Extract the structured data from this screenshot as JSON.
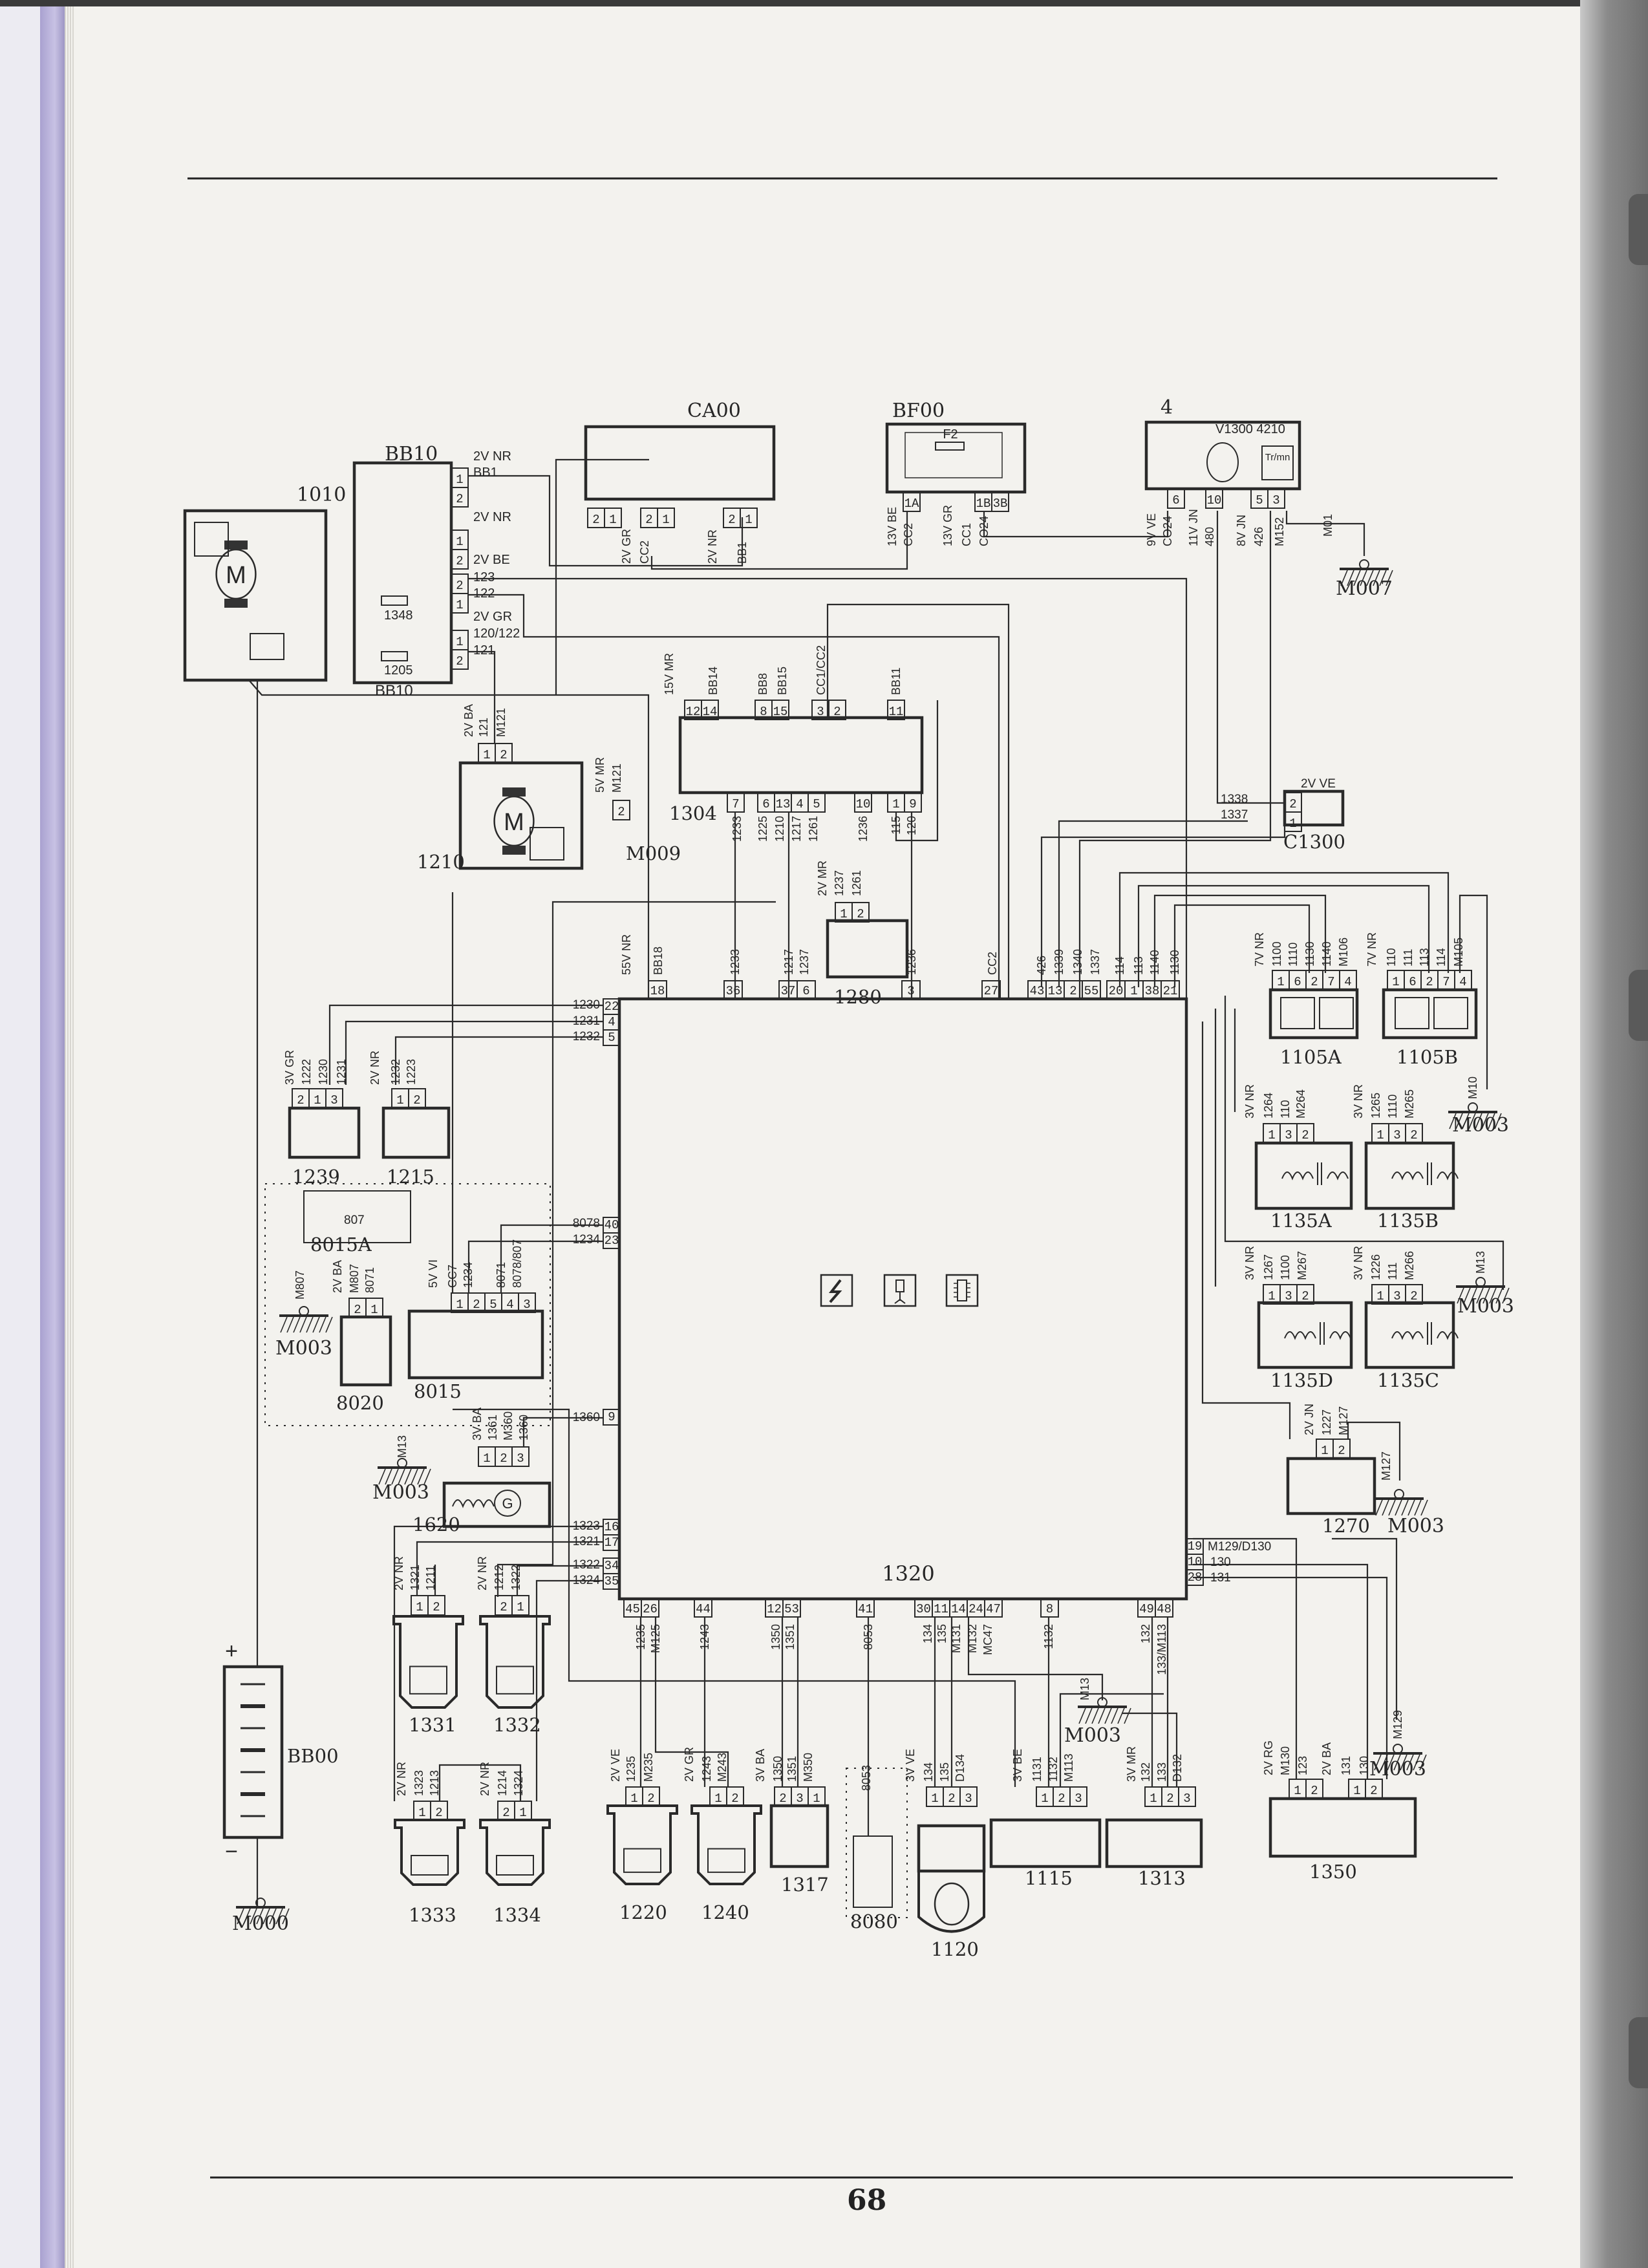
{
  "page_number": "68",
  "ecu": {
    "label": "1320",
    "icons": [
      "power-icon",
      "injector-icon",
      "chip-icon"
    ]
  },
  "symbols": {
    "motor": "M",
    "generator": "G",
    "fuse_f2": "F2",
    "tach": "Tr/mn",
    "box4_inner": "V1300 4210",
    "plus": "+",
    "minus": "−"
  },
  "components": [
    {
      "id": "c1010",
      "label": "1010",
      "pins": [],
      "wires": []
    },
    {
      "id": "bb10",
      "label": "BB10",
      "pins": [
        [
          "1",
          "2"
        ],
        [
          "1",
          "2"
        ],
        [
          "2",
          "1"
        ],
        [
          "1",
          "2"
        ]
      ],
      "wires": []
    },
    {
      "id": "ca00",
      "label": "CA00",
      "pins": [
        [
          "2",
          "1"
        ],
        [
          "2",
          "1"
        ],
        [
          "2",
          "1"
        ]
      ],
      "wires": [
        "2V GR",
        "CC2",
        "2V NR",
        "BB1"
      ]
    },
    {
      "id": "bf00",
      "label": "BF00",
      "pins": [
        [
          "1A"
        ],
        [
          "1B",
          "3B"
        ]
      ],
      "wires": [
        "13V BE",
        "CC2",
        "13V GR",
        "CC1",
        "CO24"
      ]
    },
    {
      "id": "c4",
      "label": "4",
      "pins": [
        [
          "6"
        ],
        [
          "10"
        ],
        [
          "5",
          "3"
        ]
      ],
      "wires": [
        "9V VE",
        "CO24",
        "11V JN",
        "480",
        "8V JN",
        "426",
        "M152"
      ]
    },
    {
      "id": "c1210",
      "label": "1210",
      "pins": [
        [
          "1",
          "2"
        ]
      ],
      "wires": [
        "2V BA",
        "121",
        "M121"
      ]
    },
    {
      "id": "m009",
      "label": "M009",
      "pins": [
        [
          "2"
        ]
      ],
      "wires": [
        "5V MR",
        "M121"
      ]
    },
    {
      "id": "c1304",
      "label": "1304",
      "pins": [
        [
          "12",
          "14"
        ],
        [
          "8",
          "15"
        ],
        [
          "3",
          "2"
        ],
        [
          "11"
        ],
        [
          "7"
        ],
        [
          "6",
          "13",
          "4",
          "5"
        ],
        [
          "10"
        ],
        [
          "1",
          "9"
        ]
      ],
      "wires": [
        "15V MR",
        "BB14",
        "BB8",
        "BB15",
        "CC1/CC2",
        "BB11",
        "1233",
        "1225",
        "1210",
        "1217",
        "1261",
        "1236",
        "115",
        "120"
      ]
    },
    {
      "id": "c1280",
      "label": "1280",
      "pins": [
        [
          "1",
          "2"
        ]
      ],
      "wires": [
        "2V MR",
        "1237",
        "1261"
      ]
    },
    {
      "id": "c1300",
      "label": "C1300",
      "pins": [
        [
          "2",
          "1"
        ]
      ],
      "wires": [
        "2V VE",
        "1338",
        "1337"
      ]
    },
    {
      "id": "c1105a",
      "label": "1105A",
      "pins": [
        [
          "1",
          "6",
          "2",
          "7",
          "4"
        ]
      ],
      "wires": [
        "7V NR",
        "1100",
        "1110",
        "1130",
        "1140",
        "M106"
      ]
    },
    {
      "id": "c1105b",
      "label": "1105B",
      "pins": [
        [
          "1",
          "6",
          "2",
          "7",
          "4"
        ]
      ],
      "wires": [
        "7V NR",
        "110",
        "111",
        "113",
        "114",
        "M105"
      ]
    },
    {
      "id": "c1135a",
      "label": "1135A",
      "pins": [
        [
          "1",
          "3",
          "2"
        ]
      ],
      "wires": [
        "3V NR",
        "1264",
        "110",
        "M264"
      ]
    },
    {
      "id": "c1135b",
      "label": "1135B",
      "pins": [
        [
          "1",
          "3",
          "2"
        ]
      ],
      "wires": [
        "3V NR",
        "1265",
        "1110",
        "M265"
      ]
    },
    {
      "id": "c1135d",
      "label": "1135D",
      "pins": [
        [
          "1",
          "3",
          "2"
        ]
      ],
      "wires": [
        "3V NR",
        "1267",
        "1100",
        "M267"
      ]
    },
    {
      "id": "c1135c",
      "label": "1135C",
      "pins": [
        [
          "1",
          "3",
          "2"
        ]
      ],
      "wires": [
        "3V NR",
        "1226",
        "111",
        "M266"
      ]
    },
    {
      "id": "c1270",
      "label": "1270",
      "pins": [
        [
          "1",
          "2"
        ]
      ],
      "wires": [
        "2V JN",
        "1227",
        "M127"
      ]
    },
    {
      "id": "c1239",
      "label": "1239",
      "pins": [
        [
          "2",
          "1",
          "3"
        ]
      ],
      "wires": [
        "3V GR",
        "1222",
        "1230",
        "1231"
      ]
    },
    {
      "id": "c1215",
      "label": "1215",
      "pins": [
        [
          "1",
          "2"
        ]
      ],
      "wires": [
        "2V NR",
        "1232",
        "1223"
      ]
    },
    {
      "id": "c8015a",
      "label": "8015A",
      "pins": [],
      "wires": [
        "807"
      ]
    },
    {
      "id": "c8020",
      "label": "8020",
      "pins": [
        [
          "2",
          "1"
        ]
      ],
      "wires": [
        "2V BA",
        "M807",
        "8071",
        "M807"
      ]
    },
    {
      "id": "c8015",
      "label": "8015",
      "pins": [
        [
          "1",
          "2",
          "5",
          "4",
          "3"
        ]
      ],
      "wires": [
        "5V VI",
        "CC7",
        "1234",
        "8071",
        "8078/807"
      ]
    },
    {
      "id": "c1620",
      "label": "1620",
      "pins": [
        [
          "1",
          "2",
          "3"
        ]
      ],
      "wires": [
        "3V BA",
        "1361",
        "M360",
        "1360"
      ]
    },
    {
      "id": "c1331",
      "label": "1331",
      "pins": [
        [
          "1",
          "2"
        ]
      ],
      "wires": [
        "2V NR",
        "1321",
        "1211"
      ]
    },
    {
      "id": "c1332",
      "label": "1332",
      "pins": [
        [
          "2",
          "1"
        ]
      ],
      "wires": [
        "2V NR",
        "1212",
        "1322"
      ]
    },
    {
      "id": "c1333",
      "label": "1333",
      "pins": [
        [
          "1",
          "2"
        ]
      ],
      "wires": [
        "2V NR",
        "1323",
        "1213"
      ]
    },
    {
      "id": "c1334",
      "label": "1334",
      "pins": [
        [
          "2",
          "1"
        ]
      ],
      "wires": [
        "2V NR",
        "1214",
        "1324"
      ]
    },
    {
      "id": "bb00",
      "label": "BB00",
      "pins": [],
      "wires": []
    },
    {
      "id": "c1220",
      "label": "1220",
      "pins": [
        [
          "1",
          "2"
        ]
      ],
      "wires": [
        "2V VE",
        "1235",
        "M235"
      ]
    },
    {
      "id": "c1240",
      "label": "1240",
      "pins": [
        [
          "1",
          "2"
        ]
      ],
      "wires": [
        "2V GR",
        "1243",
        "M243"
      ]
    },
    {
      "id": "c1317",
      "label": "1317",
      "pins": [
        [
          "2",
          "3",
          "1"
        ]
      ],
      "wires": [
        "3V BA",
        "1350",
        "1351",
        "M350"
      ]
    },
    {
      "id": "c8080",
      "label": "8080",
      "pins": [],
      "wires": [
        "8053"
      ]
    },
    {
      "id": "c1120",
      "label": "1120",
      "pins": [
        [
          "1",
          "2",
          "3"
        ]
      ],
      "wires": [
        "3V VE",
        "134",
        "135",
        "D134"
      ]
    },
    {
      "id": "c1115",
      "label": "1115",
      "pins": [
        [
          "1",
          "2",
          "3"
        ]
      ],
      "wires": [
        "3V BE",
        "1131",
        "1132",
        "M113"
      ]
    },
    {
      "id": "c1313",
      "label": "1313",
      "pins": [
        [
          "1",
          "2",
          "3"
        ]
      ],
      "wires": [
        "3V MR",
        "132",
        "133",
        "D132"
      ]
    },
    {
      "id": "c1350",
      "label": "1350",
      "pins": [
        [
          "1",
          "2"
        ],
        [
          "1",
          "2"
        ]
      ],
      "wires": [
        "2V RG",
        "M130",
        "123",
        "2V BA",
        "131",
        "130"
      ]
    }
  ],
  "grounds": [
    {
      "id": "g_m007",
      "label": "M007",
      "wire": "M01"
    },
    {
      "id": "g_m000",
      "label": "M000",
      "wire": ""
    },
    {
      "id": "g_8020",
      "label": "M003",
      "wire": ""
    },
    {
      "id": "g_1620",
      "label": "M003",
      "wire": "M13"
    },
    {
      "id": "g_m10",
      "label": "M003",
      "wire": "M10"
    },
    {
      "id": "g_m13r",
      "label": "M003",
      "wire": "M13"
    },
    {
      "id": "g_1270",
      "label": "M003",
      "wire": "M127"
    },
    {
      "id": "g_mid",
      "label": "M003",
      "wire": "M13"
    },
    {
      "id": "g_br",
      "label": "M003",
      "wire": "M129"
    }
  ],
  "bb10_labels": [
    "2V NR",
    "BB1",
    "2V NR",
    "2V BE",
    "123",
    "122",
    "1348",
    "2V GR",
    "120/122",
    "121",
    "1205",
    "BB10"
  ],
  "ecu_pins": {
    "top": [
      [
        "18"
      ],
      [
        "36"
      ],
      [
        "37",
        "6"
      ],
      [
        "3"
      ],
      [
        "27"
      ],
      [
        "43",
        "13",
        "2",
        "55"
      ],
      [
        "20",
        "1",
        "38",
        "21"
      ]
    ],
    "top_wires": [
      "55V NR",
      "BB18",
      "1233",
      "1217",
      "1237",
      "1236",
      "CC2",
      "426",
      "1339",
      "1340",
      "1337",
      "114",
      "113",
      "1140",
      "1130"
    ],
    "left": [
      [
        "22",
        "4",
        "5"
      ],
      [
        "40",
        "23"
      ],
      [
        "9"
      ],
      [
        "16",
        "17"
      ],
      [
        "34",
        "35"
      ]
    ],
    "left_wires": [
      "1230",
      "1231",
      "1232",
      "8078",
      "1234",
      "1360",
      "1323",
      "1321",
      "1322",
      "1324"
    ],
    "right": [
      [
        "19",
        "10",
        "28"
      ]
    ],
    "right_wires": [
      "M129/D130",
      "130",
      "131"
    ],
    "bottom": [
      [
        "45",
        "26"
      ],
      [
        "44"
      ],
      [
        "12",
        "53"
      ],
      [
        "41"
      ],
      [
        "30",
        "11",
        "14",
        "24",
        "47"
      ],
      [
        "8"
      ],
      [
        "49",
        "48"
      ]
    ],
    "bottom_wires": [
      "1235",
      "M125",
      "1243",
      "1350",
      "1351",
      "8053",
      "134",
      "135",
      "M131",
      "M132",
      "MC47",
      "1132",
      "132",
      "133/M113"
    ]
  }
}
